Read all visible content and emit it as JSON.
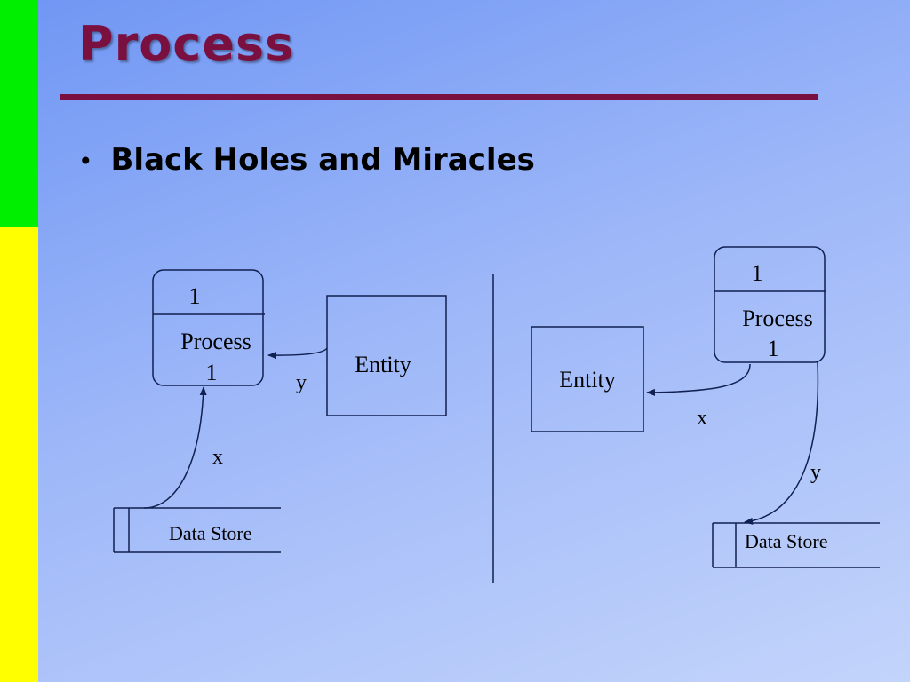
{
  "slide": {
    "title": "Process",
    "bullets": [
      "Black Holes and Miracles"
    ]
  },
  "diagram_left": {
    "process": {
      "number": "1",
      "name": "Process",
      "id": "1"
    },
    "entity": "Entity",
    "data_store": "Data Store",
    "flow_entity_to_process": "y",
    "flow_store_to_process": "x"
  },
  "diagram_right": {
    "process": {
      "number": "1",
      "name": "Process",
      "id": "1"
    },
    "entity": "Entity",
    "data_store": "Data Store",
    "flow_process_to_entity": "x",
    "flow_process_to_store": "y"
  }
}
